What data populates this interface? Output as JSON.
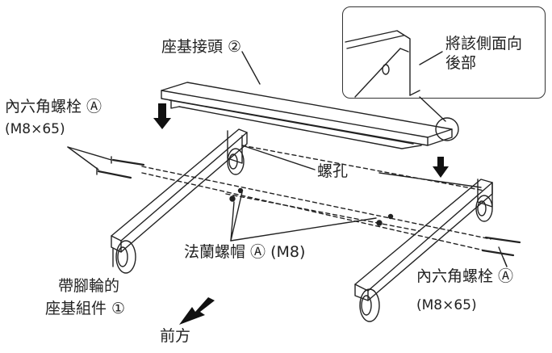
{
  "labels": {
    "base_connector": "座基接頭 ②",
    "hex_bolt_left": "內六角螺栓 Ⓐ",
    "hex_bolt_left_spec": "(M8×65)",
    "screw_hole": "螺孔",
    "flange_nut": "法蘭螺帽 Ⓐ (M8)",
    "hex_bolt_right": "內六角螺栓 Ⓐ",
    "hex_bolt_right_spec": "(M8×65)",
    "caster_base_line1": "帶腳輪的",
    "caster_base_line2": "座基組件 ①",
    "front": "前方",
    "callout_line1": "將該側面向",
    "callout_line2": "後部"
  },
  "colors": {
    "line": "#222222",
    "accent_arrow": "#111111"
  },
  "icons": [
    "down-arrow-icon",
    "front-arrow-icon",
    "caster-wheel-icon"
  ]
}
